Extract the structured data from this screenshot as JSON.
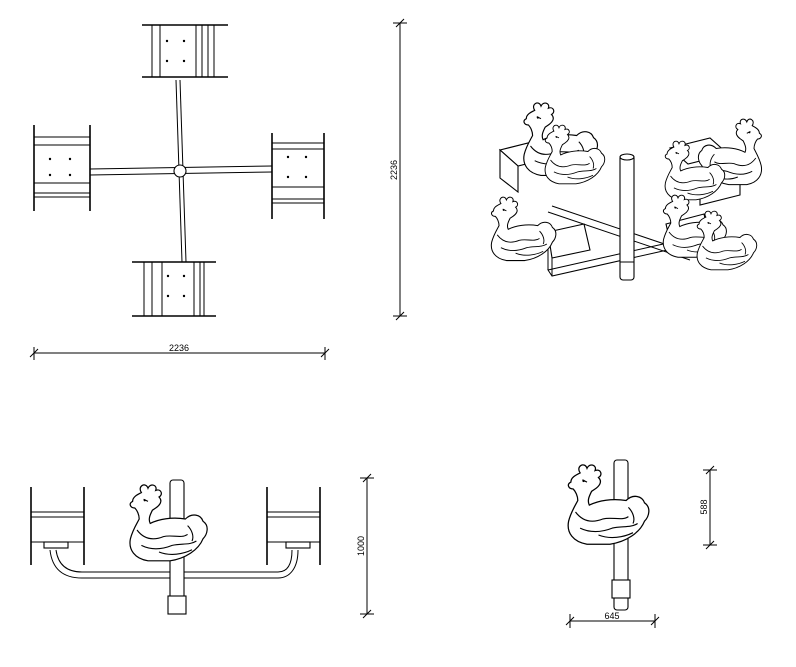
{
  "plan_view": {
    "width_dimension": "2236",
    "height_dimension": "2236"
  },
  "front_view": {
    "height_dimension": "1000"
  },
  "side_view": {
    "seat_height_dimension": "588",
    "width_dimension": "645"
  }
}
